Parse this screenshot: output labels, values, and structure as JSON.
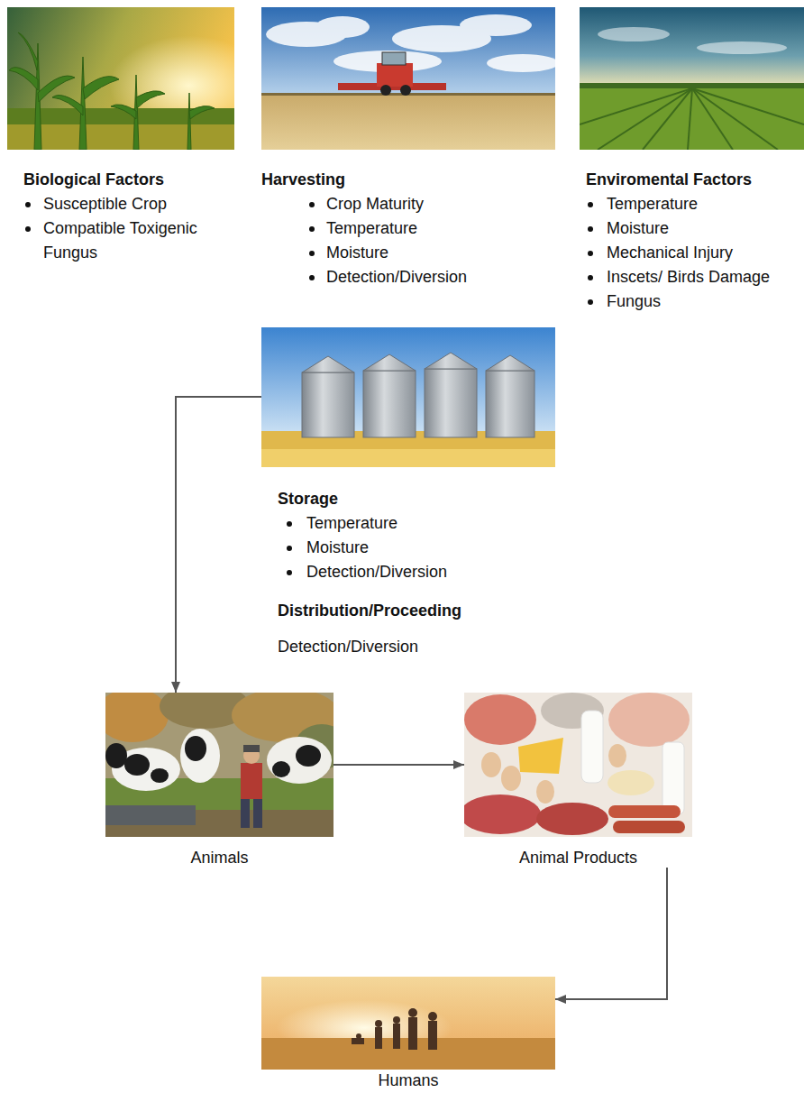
{
  "diagram": {
    "nodes": [
      {
        "text": [
          "Biological Factors",
          "Susceptible Crop",
          "Compatible Toxigenic Fungus"
        ]
      },
      {
        "text": [
          "Harvesting",
          "Crop Maturity",
          "Temperature",
          "Moisture",
          "Detection/Diversion"
        ]
      },
      {
        "text": [
          "Enviromental Factors",
          "Temperature",
          "Moisture",
          "Mechanical Injury",
          "Inscets/ Birds Damage",
          "Fungus"
        ]
      },
      {
        "text": [
          "Storage",
          "Temperature",
          "Moisture",
          "Detection/Diversion",
          "Distribution/Proceeding",
          "Detection/Diversion"
        ]
      },
      {
        "text": [
          "Animals"
        ]
      },
      {
        "text": [
          "Animal Products"
        ]
      },
      {
        "text": [
          "Humans"
        ]
      }
    ],
    "edges": [
      {
        "from": 3,
        "to": 4,
        "arrow": "to"
      },
      {
        "from": 4,
        "to": 5,
        "arrow": "to"
      },
      {
        "from": 5,
        "to": 6,
        "arrow": "to"
      }
    ]
  }
}
